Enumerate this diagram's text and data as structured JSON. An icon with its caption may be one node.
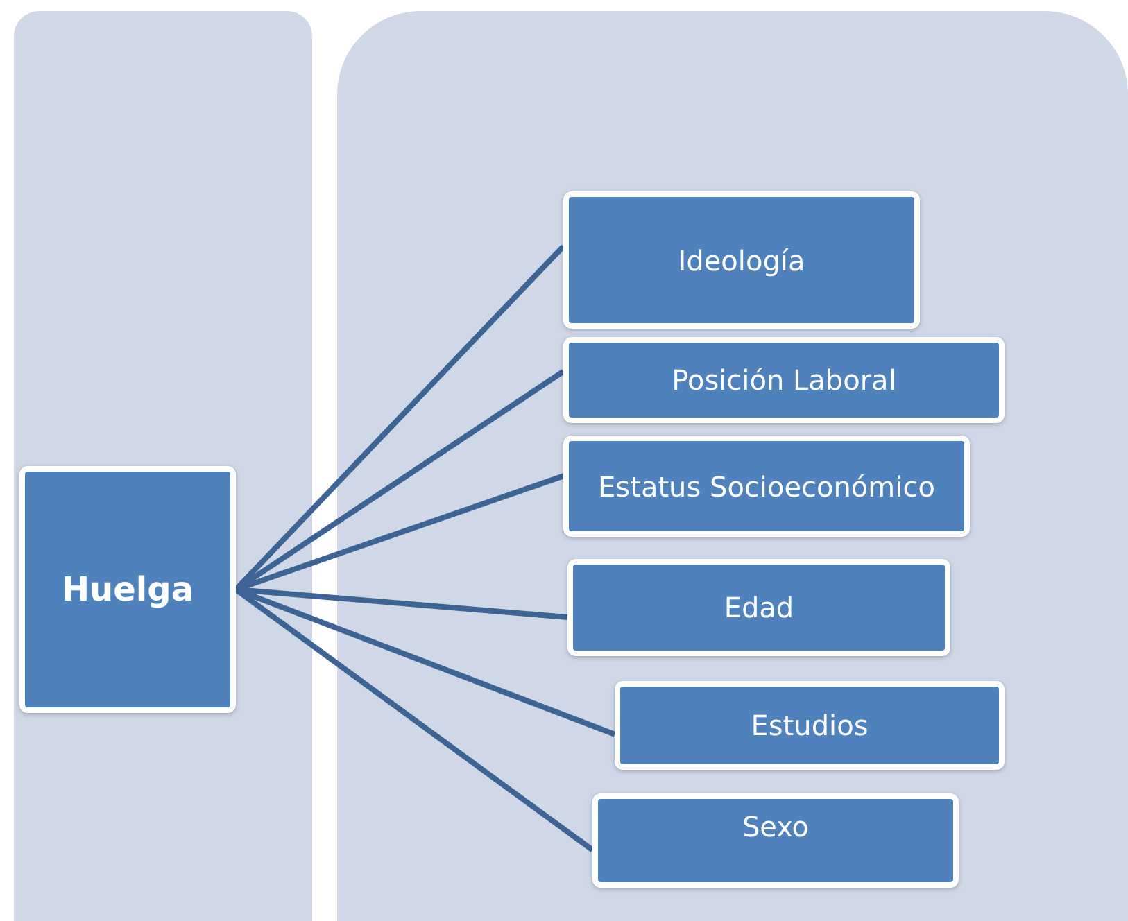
{
  "diagram": {
    "nodes": [
      {
        "text": [],
        "shape": "box"
      },
      {
        "text": [],
        "shape": "box"
      },
      {
        "text": [
          "Huelga"
        ],
        "in": 0
      },
      {
        "text": [
          "Ideología"
        ],
        "in": 1
      },
      {
        "text": [
          "Posición Laboral"
        ],
        "in": 1
      },
      {
        "text": [
          "Estatus Socioeconómico"
        ],
        "in": 1
      },
      {
        "text": [
          "Edad"
        ],
        "in": 1
      },
      {
        "text": [
          "Estudios"
        ],
        "in": 1
      },
      {
        "text": [
          "Sexo"
        ],
        "in": 1
      }
    ],
    "edges": [
      {
        "from": 2,
        "to": 3,
        "arrow": "none"
      },
      {
        "from": 2,
        "to": 4,
        "arrow": "none"
      },
      {
        "from": 2,
        "to": 5,
        "arrow": "none"
      },
      {
        "from": 2,
        "to": 6,
        "arrow": "none"
      },
      {
        "from": 2,
        "to": 7,
        "arrow": "none"
      },
      {
        "from": 2,
        "to": 8,
        "arrow": "none"
      }
    ]
  }
}
